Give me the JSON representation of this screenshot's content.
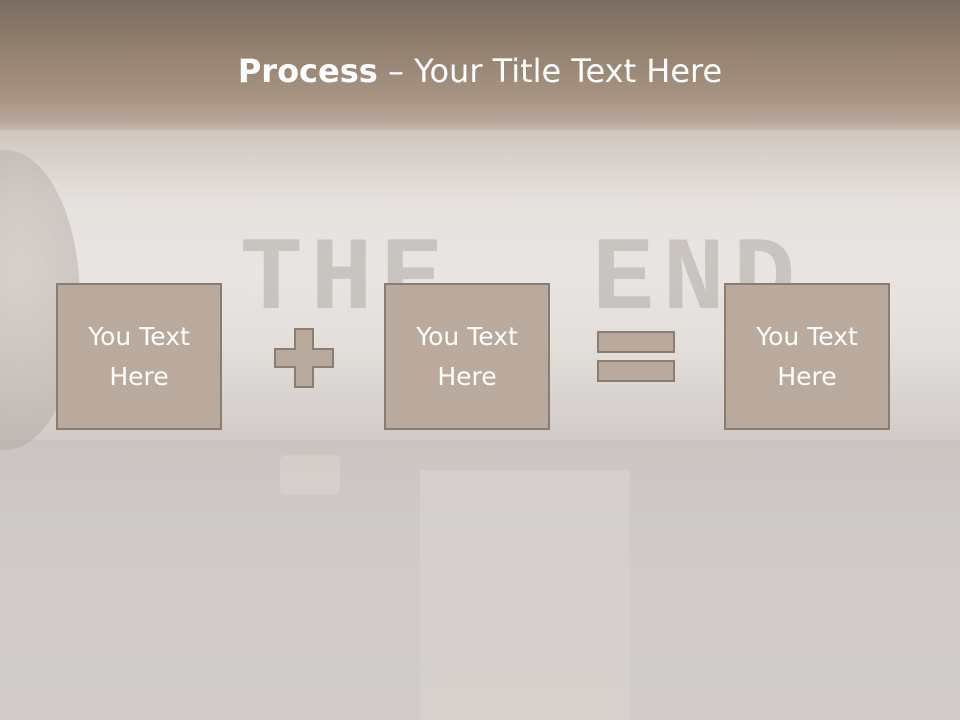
{
  "background": {
    "photo_text": "THE  END"
  },
  "title": {
    "bold": "Process",
    "rest": " – Your Title Text Here"
  },
  "boxes": [
    {
      "line1": "You Text",
      "line2": "Here"
    },
    {
      "line1": "You Text",
      "line2": "Here"
    },
    {
      "line1": "You Text",
      "line2": "Here"
    }
  ],
  "colors": {
    "box_fill": "#b9aa9d",
    "box_border": "#8b7d71",
    "symbol_fill": "#b9aa9d",
    "symbol_border": "#8b7d71",
    "title_text": "#ffffff"
  },
  "icons": {
    "operator_1": "plus-icon",
    "operator_2": "equals-icon"
  }
}
